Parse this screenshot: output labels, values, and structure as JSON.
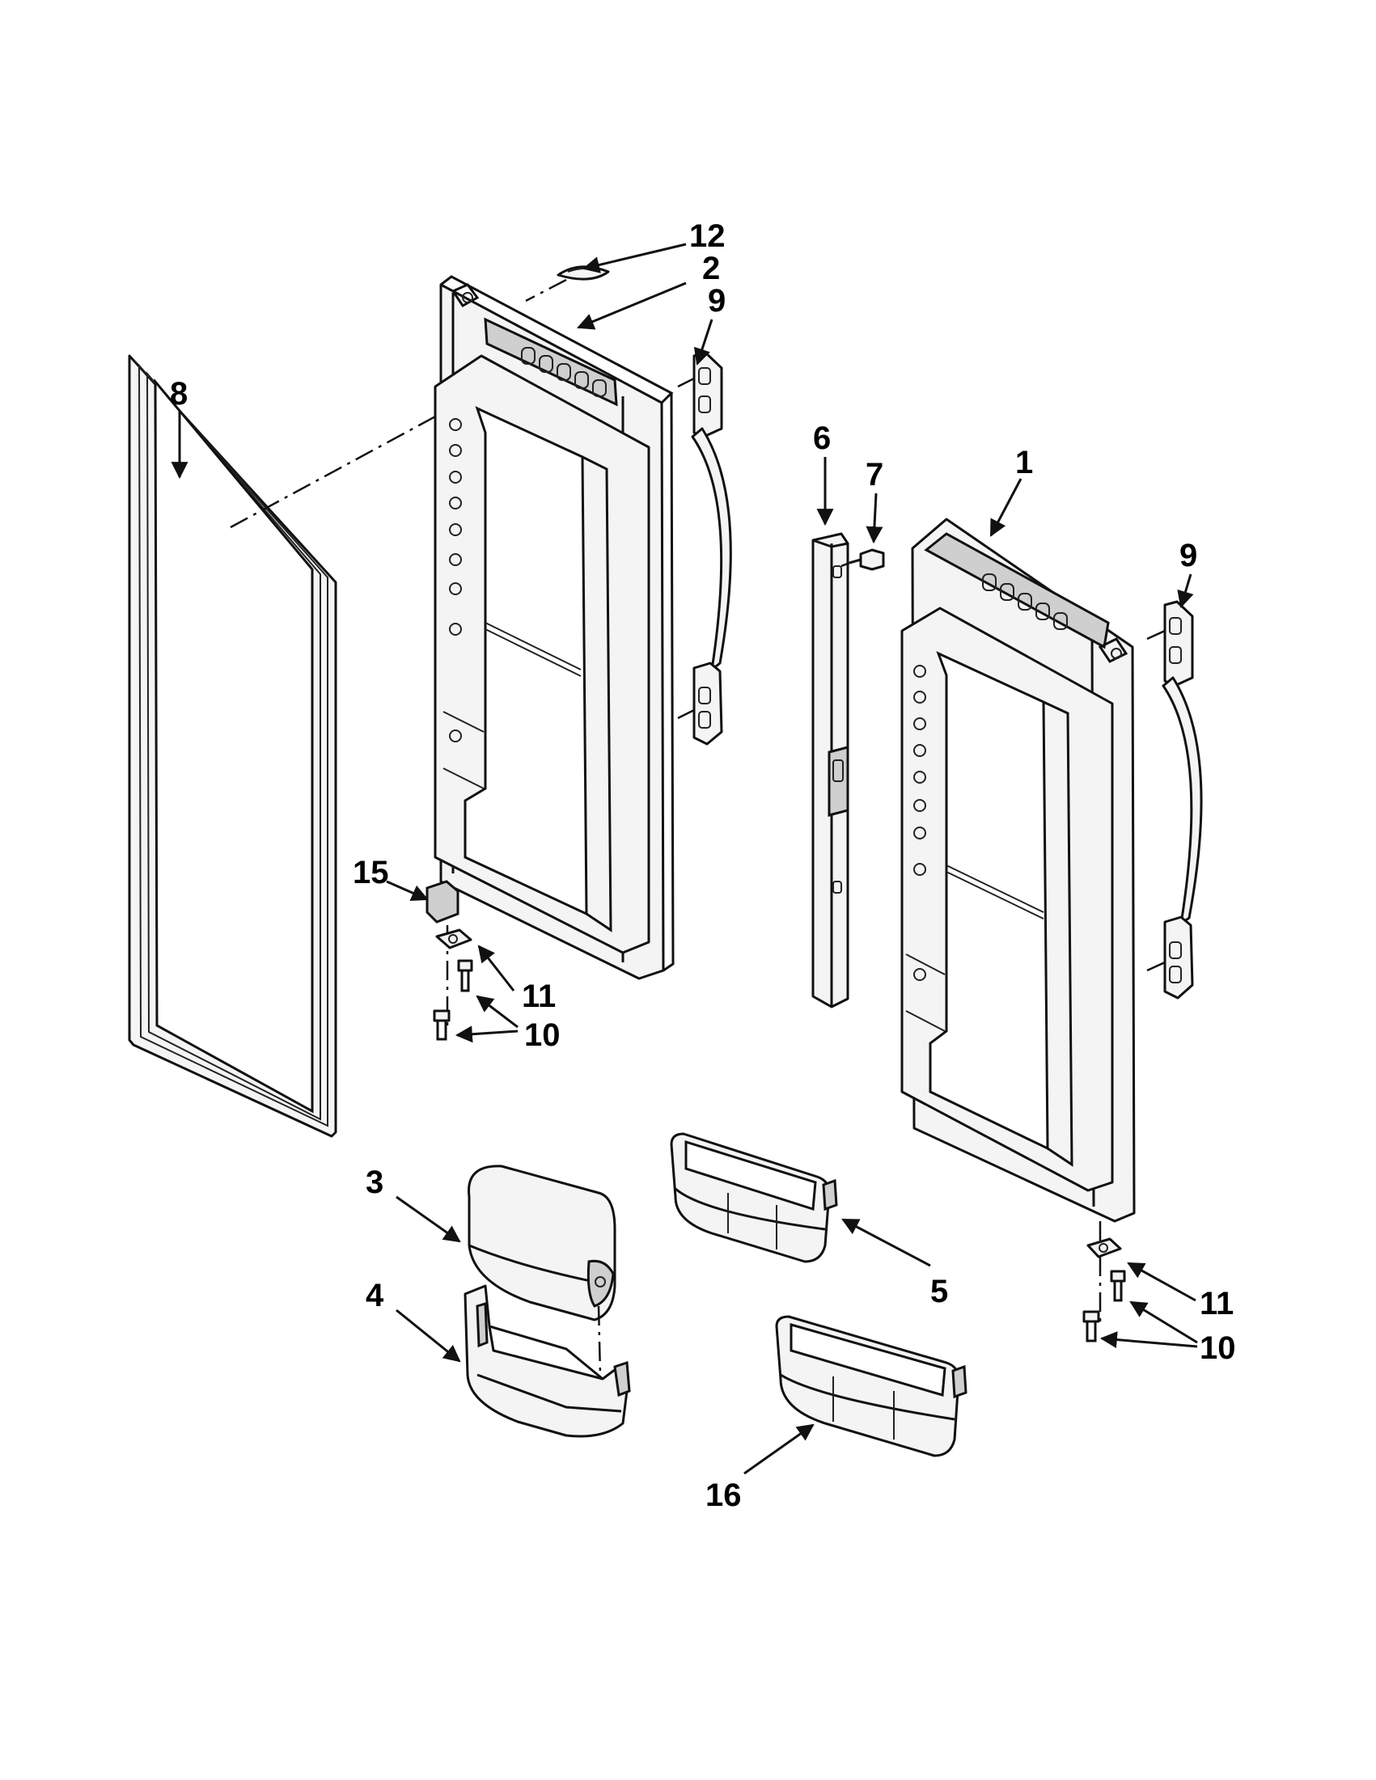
{
  "callouts": {
    "c1": "1",
    "c2": "2",
    "c3": "3",
    "c4": "4",
    "c5": "5",
    "c6": "6",
    "c7": "7",
    "c8": "8",
    "c9a": "9",
    "c9b": "9",
    "c10a": "10",
    "c10b": "10",
    "c11a": "11",
    "c11b": "11",
    "c12": "12",
    "c15": "15",
    "c16": "16"
  }
}
